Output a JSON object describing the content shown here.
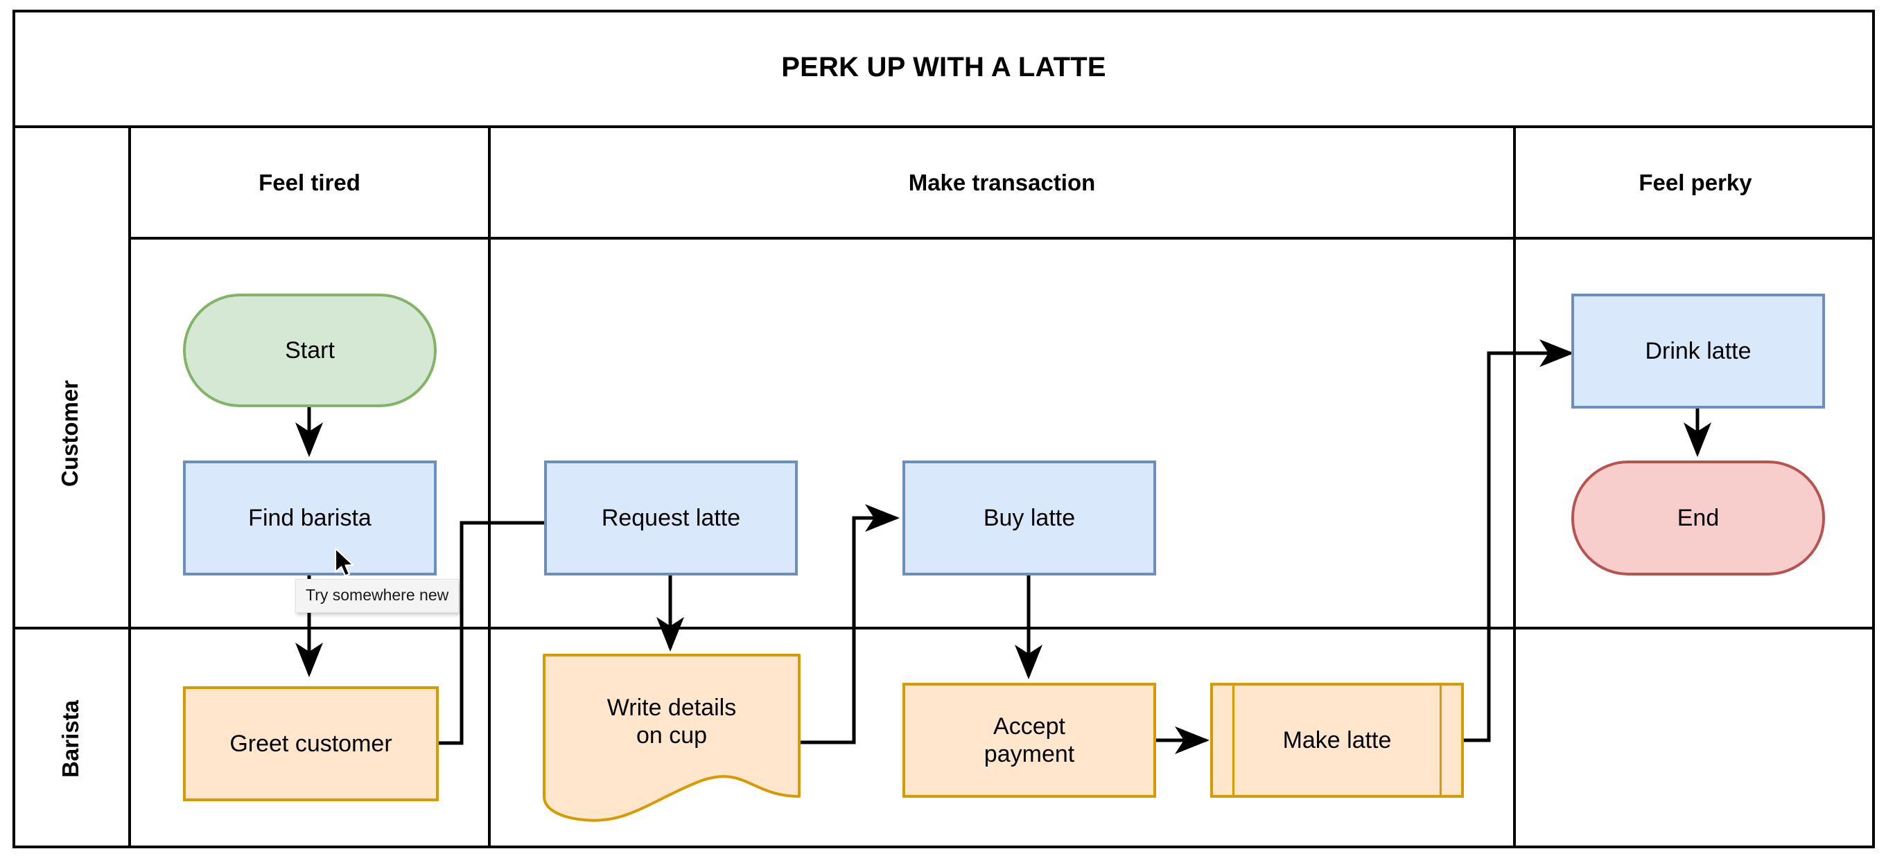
{
  "diagram": {
    "title": "PERK UP WITH A LATTE",
    "type": "cross-functional-flowchart",
    "phases": [
      {
        "id": "feel-tired",
        "label": "Feel tired"
      },
      {
        "id": "make-transaction",
        "label": "Make transaction"
      },
      {
        "id": "feel-perky",
        "label": "Feel perky"
      }
    ],
    "lanes": [
      {
        "id": "customer",
        "label": "Customer"
      },
      {
        "id": "barista",
        "label": "Barista"
      }
    ],
    "nodes": [
      {
        "id": "start",
        "label": "Start",
        "shape": "terminator",
        "lane": "customer",
        "phase": "feel-tired",
        "fill": "#d5e8d4",
        "stroke": "#82b366"
      },
      {
        "id": "find-barista",
        "label": "Find barista",
        "shape": "process",
        "lane": "customer",
        "phase": "feel-tired",
        "fill": "#dae8fc",
        "stroke": "#6c8ebf"
      },
      {
        "id": "greet-customer",
        "label": "Greet customer",
        "shape": "process",
        "lane": "barista",
        "phase": "feel-tired",
        "fill": "#ffe6cc",
        "stroke": "#d79b00"
      },
      {
        "id": "request-latte",
        "label": "Request latte",
        "shape": "process",
        "lane": "customer",
        "phase": "make-transaction",
        "fill": "#dae8fc",
        "stroke": "#6c8ebf"
      },
      {
        "id": "write-details",
        "label": "Write details\non cup",
        "shape": "document",
        "lane": "barista",
        "phase": "make-transaction",
        "fill": "#ffe6cc",
        "stroke": "#d79b00"
      },
      {
        "id": "buy-latte",
        "label": "Buy latte",
        "shape": "process",
        "lane": "customer",
        "phase": "make-transaction",
        "fill": "#dae8fc",
        "stroke": "#6c8ebf"
      },
      {
        "id": "accept-payment",
        "label": "Accept\npayment",
        "shape": "process",
        "lane": "barista",
        "phase": "make-transaction",
        "fill": "#ffe6cc",
        "stroke": "#d79b00"
      },
      {
        "id": "make-latte",
        "label": "Make latte",
        "shape": "predefined-process",
        "lane": "barista",
        "phase": "make-transaction",
        "fill": "#ffe6cc",
        "stroke": "#d79b00"
      },
      {
        "id": "drink-latte",
        "label": "Drink latte",
        "shape": "process",
        "lane": "customer",
        "phase": "feel-perky",
        "fill": "#dae8fc",
        "stroke": "#6c8ebf"
      },
      {
        "id": "end",
        "label": "End",
        "shape": "terminator",
        "lane": "customer",
        "phase": "feel-perky",
        "fill": "#f8cecc",
        "stroke": "#b85450"
      }
    ],
    "edges": [
      {
        "from": "start",
        "to": "find-barista"
      },
      {
        "from": "find-barista",
        "to": "greet-customer"
      },
      {
        "from": "greet-customer",
        "to": "request-latte"
      },
      {
        "from": "request-latte",
        "to": "write-details"
      },
      {
        "from": "write-details",
        "to": "buy-latte"
      },
      {
        "from": "buy-latte",
        "to": "accept-payment"
      },
      {
        "from": "accept-payment",
        "to": "make-latte"
      },
      {
        "from": "make-latte",
        "to": "drink-latte"
      },
      {
        "from": "drink-latte",
        "to": "end"
      }
    ],
    "tooltip": {
      "text": "Try somewhere new",
      "anchor": "find-barista"
    },
    "cursor": {
      "over": "find-barista"
    }
  }
}
